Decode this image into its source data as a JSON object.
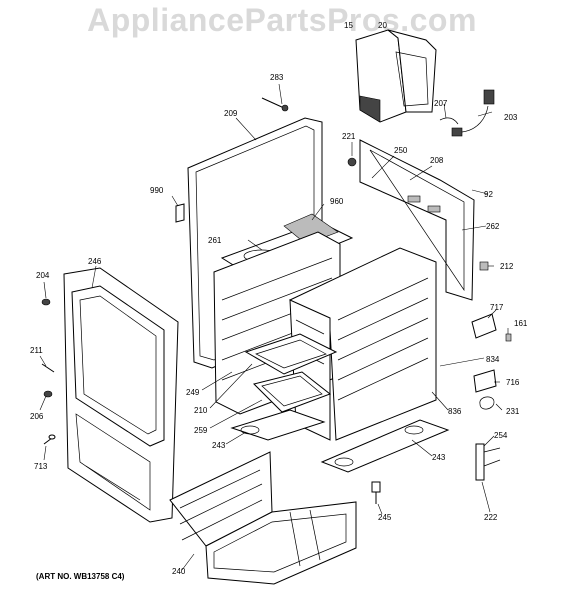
{
  "watermark": "AppliancePartsPros.com",
  "art_number": "(ART NO. WB13758 C4)",
  "callouts": [
    {
      "id": "c15",
      "label": "15"
    },
    {
      "id": "c20",
      "label": "20"
    },
    {
      "id": "c283",
      "label": "283"
    },
    {
      "id": "c209",
      "label": "209"
    },
    {
      "id": "c221",
      "label": "221"
    },
    {
      "id": "c250",
      "label": "250"
    },
    {
      "id": "c208",
      "label": "208"
    },
    {
      "id": "c207",
      "label": "207"
    },
    {
      "id": "c203",
      "label": "203"
    },
    {
      "id": "c990",
      "label": "990"
    },
    {
      "id": "c960",
      "label": "960"
    },
    {
      "id": "c92",
      "label": "92"
    },
    {
      "id": "c261",
      "label": "261"
    },
    {
      "id": "c262",
      "label": "262"
    },
    {
      "id": "c212",
      "label": "212"
    },
    {
      "id": "c204",
      "label": "204"
    },
    {
      "id": "c246",
      "label": "246"
    },
    {
      "id": "c717",
      "label": "717"
    },
    {
      "id": "c161",
      "label": "161"
    },
    {
      "id": "c211",
      "label": "211"
    },
    {
      "id": "c834",
      "label": "834"
    },
    {
      "id": "c249",
      "label": "249"
    },
    {
      "id": "c716",
      "label": "716"
    },
    {
      "id": "c206",
      "label": "206"
    },
    {
      "id": "c210",
      "label": "210"
    },
    {
      "id": "c836",
      "label": "836"
    },
    {
      "id": "c231",
      "label": "231"
    },
    {
      "id": "c259",
      "label": "259"
    },
    {
      "id": "c254",
      "label": "254"
    },
    {
      "id": "c243a",
      "label": "243"
    },
    {
      "id": "c713",
      "label": "713"
    },
    {
      "id": "c243b",
      "label": "243"
    },
    {
      "id": "c245",
      "label": "245"
    },
    {
      "id": "c222",
      "label": "222"
    },
    {
      "id": "c240",
      "label": "240"
    }
  ]
}
